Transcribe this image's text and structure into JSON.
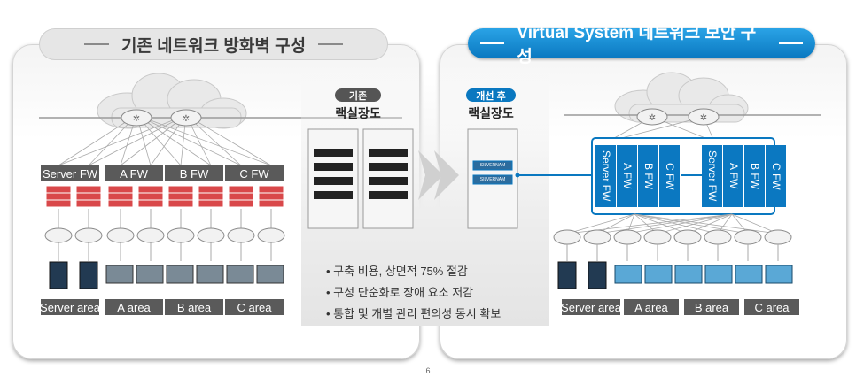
{
  "left_panel": {
    "title": "기존 네트워크 방화벽 구성",
    "fw_labels": [
      "Server FW",
      "A FW",
      "B FW",
      "C FW"
    ],
    "area_labels": [
      "Server area",
      "A area",
      "B area",
      "C area"
    ]
  },
  "right_panel": {
    "title": "Virtual System 네트워크 보안 구성",
    "vsys_labels": [
      "Server FW",
      "A FW",
      "B FW",
      "C FW"
    ],
    "area_labels": [
      "Server area",
      "A area",
      "B area",
      "C area"
    ]
  },
  "center": {
    "before_tag": "기존",
    "before_title": "랙실장도",
    "after_tag": "개선 후",
    "after_title": "랙실장도",
    "device_label": "SILVERNAM",
    "benefits": [
      "• 구축 비용, 상면적 75% 절감",
      "• 구성 단순화로 장애 요소 저감",
      "• 통합 및 개별 관리 편의성 동시 확보"
    ]
  },
  "colors": {
    "accent_blue": "#0a78c0",
    "label_gray": "#5a5a5a",
    "firewall_red": "#d9484a"
  },
  "page_number": "6"
}
